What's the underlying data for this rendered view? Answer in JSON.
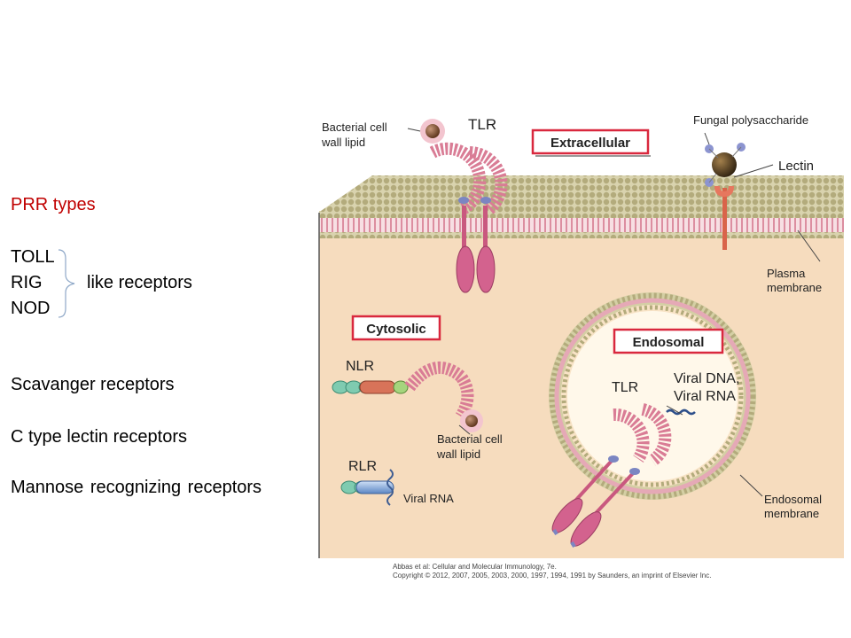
{
  "left_panel": {
    "title": "PRR types",
    "items": [
      "TOLL",
      "RIG",
      "NOD"
    ],
    "bracket_label": "like receptors",
    "other_receptors": [
      "Scavanger receptors",
      "C type lectin receptors",
      "Mannose recognizing receptors"
    ]
  },
  "figure": {
    "boxes": {
      "extracellular": "Extracellular",
      "cytosolic": "Cytosolic",
      "endosomal": "Endosomal"
    },
    "labels": {
      "bacterial_lipid_top_1": "Bacterial cell",
      "bacterial_lipid_top_2": "wall lipid",
      "tlr_top": "TLR",
      "fungal": "Fungal polysaccharide",
      "lectin": "Lectin",
      "plasma_1": "Plasma",
      "plasma_2": "membrane",
      "nlr": "NLR",
      "bacterial_lipid_mid_1": "Bacterial cell",
      "bacterial_lipid_mid_2": "wall lipid",
      "rlr": "RLR",
      "viral_rna": "Viral RNA",
      "tlr_endo": "TLR",
      "viral_dna_1": "Viral DNA,",
      "viral_dna_2": "Viral RNA",
      "endosomal_1": "Endosomal",
      "endosomal_2": "membrane"
    },
    "credit_line_1": "Abbas et al: Cellular and Molecular Immunology, 7e.",
    "credit_line_2": "Copyright © 2012, 2007, 2005, 2003, 2000, 1997, 1994, 1991 by Saunders, an imprint of Elsevier Inc."
  },
  "colors": {
    "title_red": "#c00000",
    "cytoplasm": "#f6dcbe",
    "membrane_head": "#b8b083",
    "membrane_pink": "#e7a9b5",
    "receptor_pink": "#d3628e",
    "box_border": "#d9283e"
  }
}
